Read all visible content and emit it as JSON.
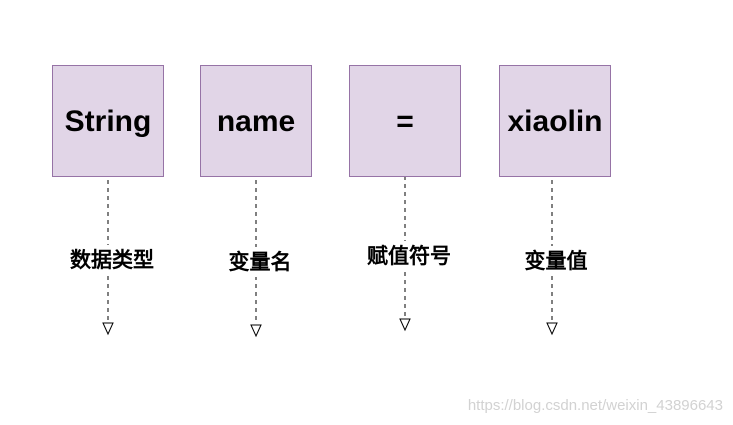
{
  "boxes": [
    {
      "text": "String",
      "label": "数据类型"
    },
    {
      "text": "name",
      "label": "变量名"
    },
    {
      "text": "=",
      "label": "赋值符号"
    },
    {
      "text": "xiaolin",
      "label": "变量值"
    }
  ],
  "watermark": "https://blog.csdn.net/weixin_43896643",
  "colors": {
    "box_fill": "#e1d5e7",
    "box_border": "#9673a6",
    "arrow": "#000000",
    "watermark": "#d2d2d2"
  }
}
